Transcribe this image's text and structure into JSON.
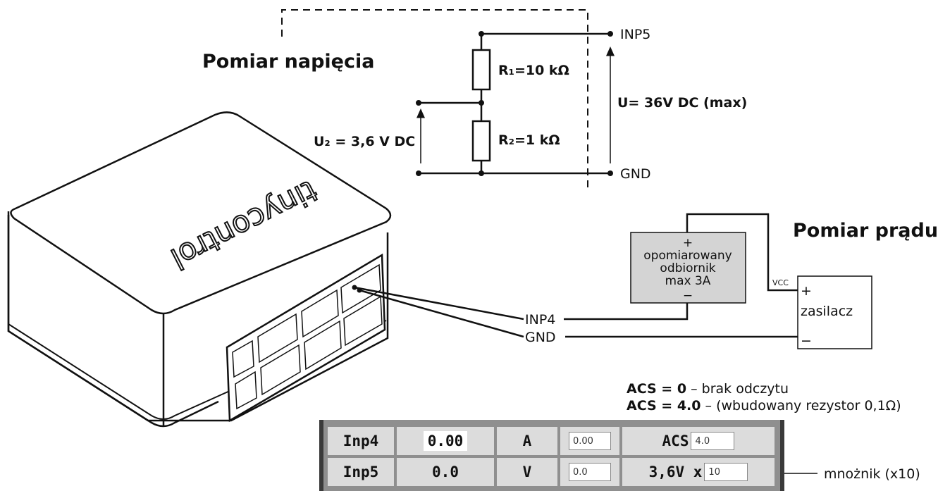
{
  "voltage_section": {
    "title": "Pomiar napięcia",
    "r1_label": "R₁=10 kΩ",
    "r2_label": "R₂=1 kΩ",
    "u_label": "U= 36V DC (max)",
    "u2_label": "U₂ = 3,6 V DC",
    "inp5_label": "INP5",
    "gnd_label": "GND"
  },
  "current_section": {
    "title": "Pomiar prądu",
    "load_lines": [
      "+",
      "opomiarowany",
      "odbiornik",
      "max 3A",
      "−"
    ],
    "supply_plus": "+",
    "supply_label": "zasilacz",
    "supply_minus": "−",
    "vcc_label": "VCC",
    "inp4_label": "INP4",
    "gnd_label": "GND"
  },
  "device": {
    "brand_text": "tinycontrol"
  },
  "notes": {
    "acs0_key": "ACS = 0",
    "acs0_text": " – brak odczytu",
    "acs4_key": "ACS = 4.0",
    "acs4_text": " – (wbudowany rezystor 0,1Ω)",
    "multiplier": "mnożnik (x10)"
  },
  "table": {
    "rows": [
      {
        "name": "Inp4",
        "value": "0.00",
        "unit": "A",
        "field": "0.00",
        "param_label": "ACS",
        "param_value": "4.0"
      },
      {
        "name": "Inp5",
        "value": "0.0",
        "unit": "V",
        "field": "0.0",
        "param_label": "3,6V x",
        "param_value": "10"
      }
    ]
  }
}
